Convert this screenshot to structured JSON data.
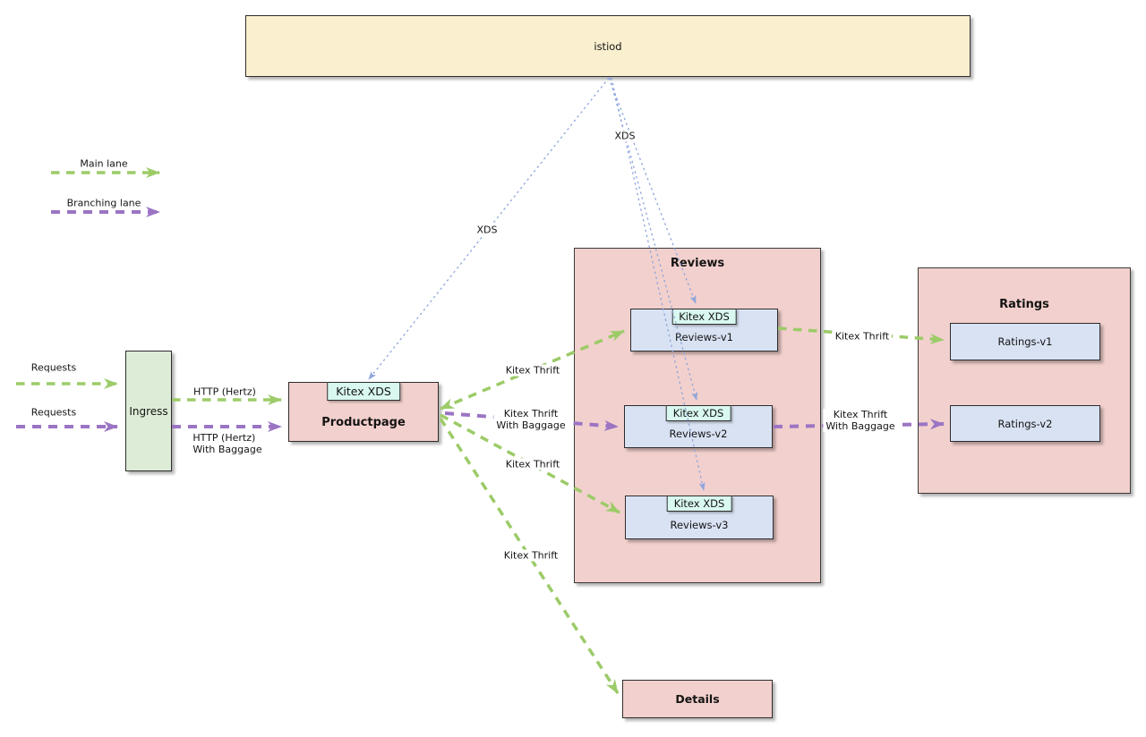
{
  "colors": {
    "main_lane_green": "#9ccb68",
    "branching_lane_purple": "#9b74c4",
    "xds_blue": "#8fa6dc",
    "istiod_fill": "#faf0cf",
    "ingress_fill": "#ddecd6",
    "service_fill": "#f2d0cd",
    "version_fill": "#d9e2f3",
    "badge_fill": "#d9f8f0"
  },
  "legend": {
    "main_lane": "Main lane",
    "branching_lane": "Branching lane"
  },
  "nodes": {
    "istiod": {
      "label": "istiod"
    },
    "ingress": {
      "label": "Ingress"
    },
    "productpage": {
      "label": "Productpage",
      "badge": "Kitex XDS"
    },
    "reviews": {
      "title": "Reviews",
      "v1": {
        "label": "Reviews-v1",
        "badge": "Kitex XDS"
      },
      "v2": {
        "label": "Reviews-v2",
        "badge": "Kitex XDS"
      },
      "v3": {
        "label": "Reviews-v3",
        "badge": "Kitex XDS"
      }
    },
    "ratings": {
      "title": "Ratings",
      "v1": {
        "label": "Ratings-v1"
      },
      "v2": {
        "label": "Ratings-v2"
      }
    },
    "details": {
      "label": "Details"
    }
  },
  "labels": {
    "requests_main": "Requests",
    "requests_branching": "Requests",
    "http_hertz": "HTTP (Hertz)",
    "http_hertz_baggage": "HTTP (Hertz)\nWith Baggage",
    "kitex_thrift_v1": "Kitex Thrift",
    "kitex_thrift_baggage_v2": "Kitex Thrift\nWith Baggage",
    "kitex_thrift_v3": "Kitex Thrift",
    "kitex_thrift_details": "Kitex Thrift",
    "kitex_thrift_ratings_v1": "Kitex Thrift",
    "kitex_thrift_baggage_ratings_v2": "Kitex Thrift\nWith Baggage",
    "xds_reviews": "XDS",
    "xds_productpage": "XDS"
  }
}
